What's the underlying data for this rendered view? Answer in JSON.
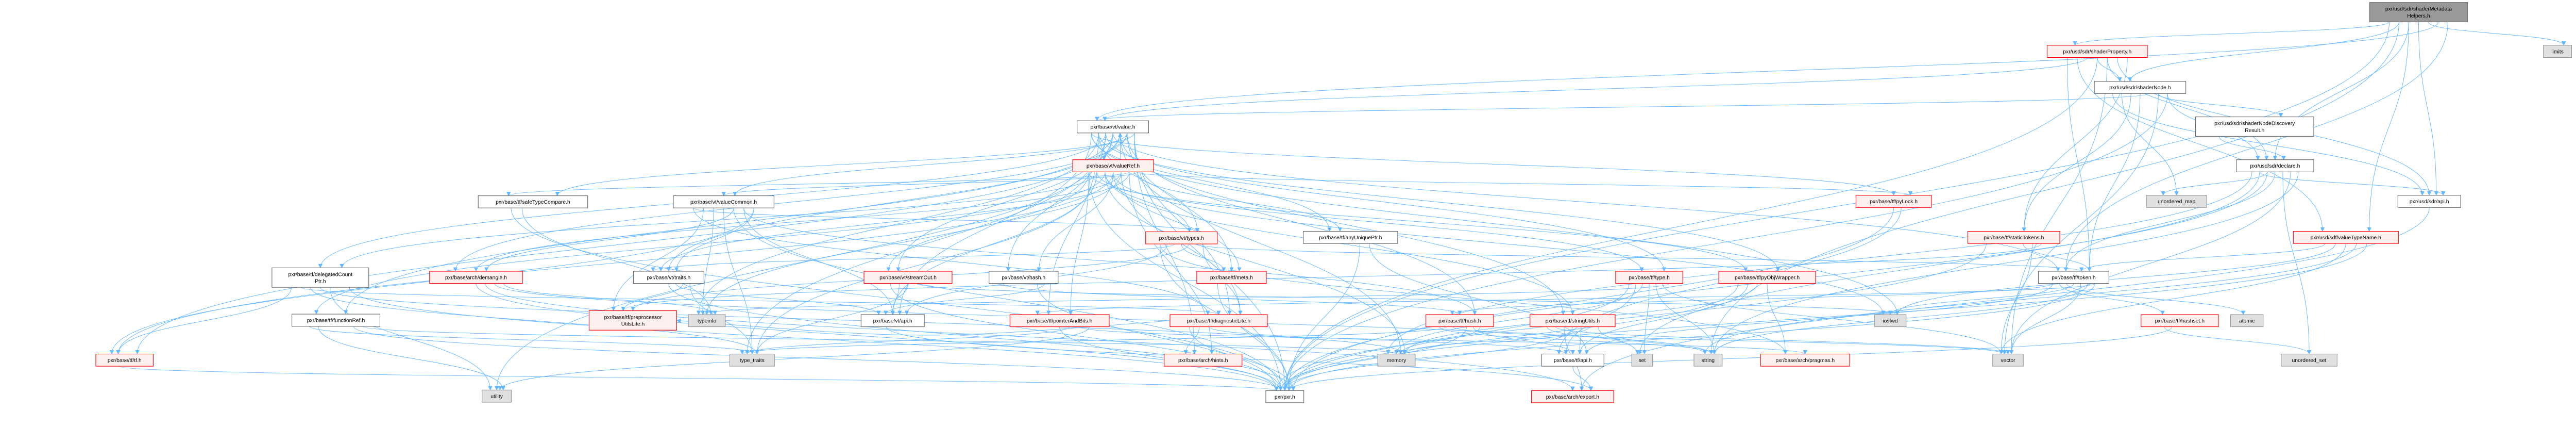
{
  "colors": {
    "edge": "#63b8ff",
    "red_border": "#ff0000",
    "red_fill": "#fff0f0",
    "gray_fill": "#e0e0e0",
    "root_fill": "#999999"
  },
  "nodes": [
    {
      "id": "smh",
      "lines": [
        "pxr/usd/sdr/shaderMetadata",
        "Helpers.h"
      ],
      "style": "root"
    },
    {
      "id": "sp",
      "lines": [
        "pxr/usd/sdr/shaderProperty.h"
      ],
      "style": "red"
    },
    {
      "id": "limits",
      "lines": [
        "limits"
      ],
      "style": "gray"
    },
    {
      "id": "sn",
      "lines": [
        "pxr/usd/sdr/shaderNode.h"
      ],
      "style": "white"
    },
    {
      "id": "sndr",
      "lines": [
        "pxr/usd/sdr/shaderNodeDiscovery",
        "Result.h"
      ],
      "style": "white"
    },
    {
      "id": "decl",
      "lines": [
        "pxr/usd/sdr/declare.h"
      ],
      "style": "white"
    },
    {
      "id": "umap",
      "lines": [
        "unordered_map"
      ],
      "style": "gray"
    },
    {
      "id": "sdrapi",
      "lines": [
        "pxr/usd/sdr/api.h"
      ],
      "style": "white"
    },
    {
      "id": "pylock",
      "lines": [
        "pxr/base/tf/pyLock.h"
      ],
      "style": "red"
    },
    {
      "id": "stok",
      "lines": [
        "pxr/base/tf/staticTokens.h"
      ],
      "style": "red"
    },
    {
      "id": "vtn",
      "lines": [
        "pxr/usd/sdf/valueTypeName.h"
      ],
      "style": "red"
    },
    {
      "id": "token",
      "lines": [
        "pxr/base/tf/token.h"
      ],
      "style": "white"
    },
    {
      "id": "iosfwd",
      "lines": [
        "iosfwd"
      ],
      "style": "gray"
    },
    {
      "id": "hashset",
      "lines": [
        "pxr/base/tf/hashset.h"
      ],
      "style": "red"
    },
    {
      "id": "atomic",
      "lines": [
        "atomic"
      ],
      "style": "gray"
    },
    {
      "id": "vector",
      "lines": [
        "vector"
      ],
      "style": "gray"
    },
    {
      "id": "uset",
      "lines": [
        "unordered_set"
      ],
      "style": "gray"
    },
    {
      "id": "anyu",
      "lines": [
        "pxr/base/tf/anyUniquePtr.h"
      ],
      "style": "white"
    },
    {
      "id": "type",
      "lines": [
        "pxr/base/tf/type.h"
      ],
      "style": "red"
    },
    {
      "id": "pyobj",
      "lines": [
        "pxr/base/tf/pyObjWrapper.h"
      ],
      "style": "red"
    },
    {
      "id": "tfhash",
      "lines": [
        "pxr/base/tf/hash.h"
      ],
      "style": "red"
    },
    {
      "id": "strutil",
      "lines": [
        "pxr/base/tf/stringUtils.h"
      ],
      "style": "red"
    },
    {
      "id": "memory",
      "lines": [
        "memory"
      ],
      "style": "gray"
    },
    {
      "id": "tfapi",
      "lines": [
        "pxr/base/tf/api.h"
      ],
      "style": "white"
    },
    {
      "id": "set",
      "lines": [
        "set"
      ],
      "style": "gray"
    },
    {
      "id": "string",
      "lines": [
        "string"
      ],
      "style": "gray"
    },
    {
      "id": "pragmas",
      "lines": [
        "pxr/base/arch/pragmas.h"
      ],
      "style": "red"
    },
    {
      "id": "pxr",
      "lines": [
        "pxr/pxr.h"
      ],
      "style": "white"
    },
    {
      "id": "export",
      "lines": [
        "pxr/base/arch/export.h"
      ],
      "style": "red"
    },
    {
      "id": "value",
      "lines": [
        "pxr/base/vt/value.h"
      ],
      "style": "white"
    },
    {
      "id": "vref",
      "lines": [
        "pxr/base/vt/valueRef.h"
      ],
      "style": "red"
    },
    {
      "id": "vtypes",
      "lines": [
        "pxr/base/vt/types.h"
      ],
      "style": "red"
    },
    {
      "id": "stream",
      "lines": [
        "pxr/base/vt/streamOut.h"
      ],
      "style": "red"
    },
    {
      "id": "vthash",
      "lines": [
        "pxr/base/vt/hash.h"
      ],
      "style": "white"
    },
    {
      "id": "meta",
      "lines": [
        "pxr/base/tf/meta.h"
      ],
      "style": "red"
    },
    {
      "id": "vtapi",
      "lines": [
        "pxr/base/vt/api.h"
      ],
      "style": "white"
    },
    {
      "id": "pab",
      "lines": [
        "pxr/base/tf/pointerAndBits.h"
      ],
      "style": "red"
    },
    {
      "id": "diag",
      "lines": [
        "pxr/base/tf/diagnosticLite.h"
      ],
      "style": "red"
    },
    {
      "id": "hints",
      "lines": [
        "pxr/base/arch/hints.h"
      ],
      "style": "red"
    },
    {
      "id": "stc",
      "lines": [
        "pxr/base/tf/safeTypeCompare.h"
      ],
      "style": "white"
    },
    {
      "id": "vcom",
      "lines": [
        "pxr/base/vt/valueCommon.h"
      ],
      "style": "white"
    },
    {
      "id": "demangle",
      "lines": [
        "pxr/base/arch/demangle.h"
      ],
      "style": "red"
    },
    {
      "id": "traits",
      "lines": [
        "pxr/base/vt/traits.h"
      ],
      "style": "white"
    },
    {
      "id": "ppu",
      "lines": [
        "pxr/base/tf/preprocessor",
        "UtilsLite.h"
      ],
      "style": "red"
    },
    {
      "id": "typeinfo",
      "lines": [
        "typeinfo"
      ],
      "style": "gray"
    },
    {
      "id": "ttraits",
      "lines": [
        "type_traits"
      ],
      "style": "gray"
    },
    {
      "id": "utility",
      "lines": [
        "utility"
      ],
      "style": "gray"
    },
    {
      "id": "dcp",
      "lines": [
        "pxr/base/tf/delegatedCount",
        "Ptr.h"
      ],
      "style": "white"
    },
    {
      "id": "fref",
      "lines": [
        "pxr/base/tf/functionRef.h"
      ],
      "style": "white"
    },
    {
      "id": "tfh",
      "lines": [
        "pxr/base/tf/tf.h"
      ],
      "style": "red"
    }
  ],
  "edges": [
    [
      "smh",
      "sp"
    ],
    [
      "smh",
      "sn"
    ],
    [
      "smh",
      "decl"
    ],
    [
      "smh",
      "sdrapi"
    ],
    [
      "smh",
      "limits"
    ],
    [
      "smh",
      "value"
    ],
    [
      "smh",
      "token"
    ],
    [
      "smh",
      "pxr"
    ],
    [
      "smh",
      "string"
    ],
    [
      "smh",
      "vtn"
    ],
    [
      "sp",
      "sn"
    ],
    [
      "sp",
      "decl"
    ],
    [
      "sp",
      "sdrapi"
    ],
    [
      "sp",
      "stok"
    ],
    [
      "sp",
      "token"
    ],
    [
      "sp",
      "vtn"
    ],
    [
      "sp",
      "value"
    ],
    [
      "sp",
      "pxr"
    ],
    [
      "sp",
      "vector"
    ],
    [
      "sn",
      "sndr"
    ],
    [
      "sn",
      "decl"
    ],
    [
      "sn",
      "sdrapi"
    ],
    [
      "sn",
      "umap"
    ],
    [
      "sn",
      "stok"
    ],
    [
      "sn",
      "token"
    ],
    [
      "sn",
      "value"
    ],
    [
      "sn",
      "vector"
    ],
    [
      "sn",
      "pxr"
    ],
    [
      "sndr",
      "decl"
    ],
    [
      "decl",
      "sdrapi"
    ],
    [
      "decl",
      "umap"
    ],
    [
      "decl",
      "token"
    ],
    [
      "decl",
      "uset"
    ],
    [
      "decl",
      "vector"
    ],
    [
      "decl",
      "string"
    ],
    [
      "decl",
      "memory"
    ],
    [
      "decl",
      "set"
    ],
    [
      "decl",
      "pxr"
    ],
    [
      "sdrapi",
      "export"
    ],
    [
      "stok",
      "token"
    ],
    [
      "stok",
      "vector"
    ],
    [
      "stok",
      "ppu"
    ],
    [
      "stok",
      "pxr"
    ],
    [
      "vtn",
      "token"
    ],
    [
      "vtn",
      "iosfwd"
    ],
    [
      "vtn",
      "vector"
    ],
    [
      "vtn",
      "string"
    ],
    [
      "vtn",
      "pxr"
    ],
    [
      "token",
      "pxr"
    ],
    [
      "token",
      "tfapi"
    ],
    [
      "token",
      "hashset"
    ],
    [
      "token",
      "atomic"
    ],
    [
      "token",
      "iosfwd"
    ],
    [
      "token",
      "vector"
    ],
    [
      "token",
      "string"
    ],
    [
      "token",
      "pab"
    ],
    [
      "token",
      "tfhash"
    ],
    [
      "hashset",
      "uset"
    ],
    [
      "hashset",
      "pxr"
    ],
    [
      "pylock",
      "pxr"
    ],
    [
      "pylock",
      "tfapi"
    ],
    [
      "value",
      "vref"
    ],
    [
      "value",
      "pxr"
    ],
    [
      "value",
      "vtapi"
    ],
    [
      "value",
      "vtypes"
    ],
    [
      "value",
      "vthash"
    ],
    [
      "value",
      "stream"
    ],
    [
      "value",
      "traits"
    ],
    [
      "value",
      "vcom"
    ],
    [
      "value",
      "stc"
    ],
    [
      "value",
      "anyu"
    ],
    [
      "value",
      "pab"
    ],
    [
      "value",
      "dcp"
    ],
    [
      "value",
      "fref"
    ],
    [
      "value",
      "tfh"
    ],
    [
      "value",
      "demangle"
    ],
    [
      "value",
      "hints"
    ],
    [
      "value",
      "pylock"
    ],
    [
      "value",
      "pyobj"
    ],
    [
      "value",
      "type"
    ],
    [
      "value",
      "token"
    ],
    [
      "value",
      "strutil"
    ],
    [
      "value",
      "meta"
    ],
    [
      "value",
      "diag"
    ],
    [
      "value",
      "iosfwd"
    ],
    [
      "value",
      "typeinfo"
    ],
    [
      "value",
      "ttraits"
    ],
    [
      "value",
      "utility"
    ],
    [
      "value",
      "memory"
    ],
    [
      "value",
      "tfhash"
    ],
    [
      "vref",
      "value"
    ],
    [
      "vref",
      "pxr"
    ],
    [
      "vref",
      "vtapi"
    ],
    [
      "vref",
      "vtypes"
    ],
    [
      "vref",
      "vthash"
    ],
    [
      "vref",
      "stream"
    ],
    [
      "vref",
      "traits"
    ],
    [
      "vref",
      "vcom"
    ],
    [
      "vref",
      "pab"
    ],
    [
      "vref",
      "dcp"
    ],
    [
      "vref",
      "fref"
    ],
    [
      "vref",
      "tfh"
    ],
    [
      "vref",
      "demangle"
    ],
    [
      "vref",
      "hints"
    ],
    [
      "vref",
      "pylock"
    ],
    [
      "vref",
      "pyobj"
    ],
    [
      "vref",
      "type"
    ],
    [
      "vref",
      "strutil"
    ],
    [
      "vref",
      "meta"
    ],
    [
      "vref",
      "diag"
    ],
    [
      "vref",
      "stc"
    ],
    [
      "vref",
      "anyu"
    ],
    [
      "vref",
      "typeinfo"
    ],
    [
      "vref",
      "ttraits"
    ],
    [
      "vref",
      "memory"
    ],
    [
      "vref",
      "iosfwd"
    ],
    [
      "vcom",
      "pxr"
    ],
    [
      "vcom",
      "vtapi"
    ],
    [
      "vcom",
      "traits"
    ],
    [
      "vcom",
      "vtypes"
    ],
    [
      "vcom",
      "ppu"
    ],
    [
      "vcom",
      "typeinfo"
    ],
    [
      "vcom",
      "ttraits"
    ],
    [
      "vcom",
      "demangle"
    ],
    [
      "vcom",
      "tfhash"
    ],
    [
      "vcom",
      "tfh"
    ],
    [
      "vcom",
      "diag"
    ],
    [
      "stc",
      "pxr"
    ],
    [
      "stc",
      "typeinfo"
    ],
    [
      "traits",
      "pxr"
    ],
    [
      "traits",
      "vtapi"
    ],
    [
      "traits",
      "ppu"
    ],
    [
      "traits",
      "ttraits"
    ],
    [
      "vtypes",
      "pxr"
    ],
    [
      "vtypes",
      "vtapi"
    ],
    [
      "vtypes",
      "traits"
    ],
    [
      "vtypes",
      "meta"
    ],
    [
      "vtypes",
      "ppu"
    ],
    [
      "vtypes",
      "token"
    ],
    [
      "vtypes",
      "diag"
    ],
    [
      "vtypes",
      "pragmas"
    ],
    [
      "stream",
      "pxr"
    ],
    [
      "stream",
      "vtapi"
    ],
    [
      "stream",
      "ttraits"
    ],
    [
      "stream",
      "iosfwd"
    ],
    [
      "vthash",
      "pxr"
    ],
    [
      "vthash",
      "vtapi"
    ],
    [
      "vthash",
      "tfhash"
    ],
    [
      "meta",
      "pxr"
    ],
    [
      "vtapi",
      "export"
    ],
    [
      "pab",
      "pxr"
    ],
    [
      "pab",
      "ttraits"
    ],
    [
      "pab",
      "pragmas"
    ],
    [
      "pab",
      "utility"
    ],
    [
      "diag",
      "pxr"
    ],
    [
      "diag",
      "hints"
    ],
    [
      "diag",
      "tfapi"
    ],
    [
      "diag",
      "ppu"
    ],
    [
      "anyu",
      "pxr"
    ],
    [
      "anyu",
      "tfapi"
    ],
    [
      "dcp",
      "pxr"
    ],
    [
      "dcp",
      "tfh"
    ],
    [
      "dcp",
      "diag"
    ],
    [
      "dcp",
      "ttraits"
    ],
    [
      "dcp",
      "memory"
    ],
    [
      "dcp",
      "utility"
    ],
    [
      "fref",
      "pxr"
    ],
    [
      "fref",
      "memory"
    ],
    [
      "fref",
      "ttraits"
    ],
    [
      "fref",
      "utility"
    ],
    [
      "tfh",
      "pxr"
    ],
    [
      "demangle",
      "pxr"
    ],
    [
      "demangle",
      "export"
    ],
    [
      "demangle",
      "string"
    ],
    [
      "demangle",
      "typeinfo"
    ],
    [
      "type",
      "pxr"
    ],
    [
      "type",
      "tfapi"
    ],
    [
      "type",
      "memory"
    ],
    [
      "type",
      "set"
    ],
    [
      "type",
      "string"
    ],
    [
      "type",
      "vector"
    ],
    [
      "type",
      "typeinfo"
    ],
    [
      "pyobj",
      "pxr"
    ],
    [
      "pyobj",
      "tfapi"
    ],
    [
      "pyobj",
      "memory"
    ],
    [
      "pyobj",
      "pragmas"
    ],
    [
      "tfhash",
      "pxr"
    ],
    [
      "tfhash",
      "tfapi"
    ],
    [
      "tfhash",
      "memory"
    ],
    [
      "tfhash",
      "string"
    ],
    [
      "tfhash",
      "ttraits"
    ],
    [
      "tfhash",
      "vector"
    ],
    [
      "strutil",
      "pxr"
    ],
    [
      "strutil",
      "tfapi"
    ],
    [
      "strutil",
      "memory"
    ],
    [
      "strutil",
      "set"
    ],
    [
      "strutil",
      "string"
    ],
    [
      "strutil",
      "vector"
    ],
    [
      "strutil",
      "export"
    ],
    [
      "tfapi",
      "export"
    ]
  ]
}
